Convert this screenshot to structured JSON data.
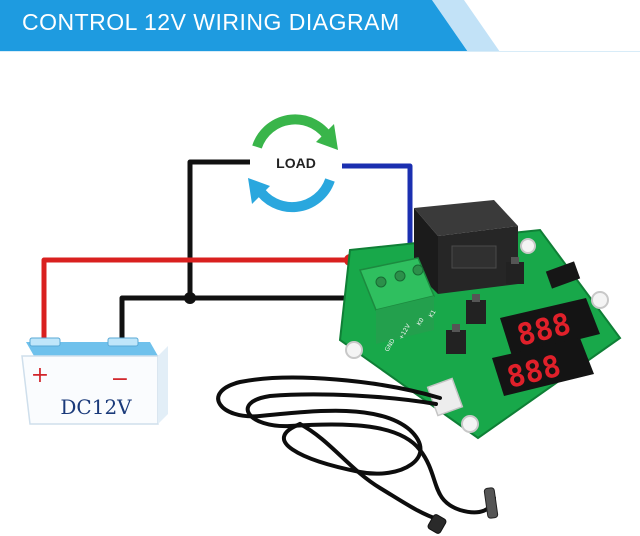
{
  "banner": {
    "title": "CONTROL 12V WIRING DIAGRAM",
    "color": "#1e9be0"
  },
  "load": {
    "label": "LOAD"
  },
  "battery": {
    "plus": "+",
    "minus": "−",
    "voltage": "DC12V"
  },
  "display": {
    "top": "888",
    "bottom": "888"
  },
  "pcb_markings": {
    "gnd": "GND",
    "v12": "+12V",
    "k0": "K0",
    "k1": "K1"
  },
  "wire_colors": {
    "positive": "#d9201f",
    "negative": "#111111",
    "load_return": "#1b2fb0"
  }
}
